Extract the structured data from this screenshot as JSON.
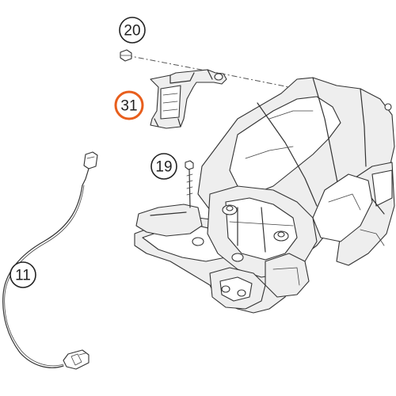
{
  "diagram": {
    "accent_color": "#e85e1c",
    "callouts": [
      {
        "label": "20",
        "part": "bolt",
        "highlighted": false
      },
      {
        "label": "31",
        "part": "bracket",
        "highlighted": true
      },
      {
        "label": "19",
        "part": "screw",
        "highlighted": false
      },
      {
        "label": "11",
        "part": "cable",
        "highlighted": false
      }
    ]
  }
}
